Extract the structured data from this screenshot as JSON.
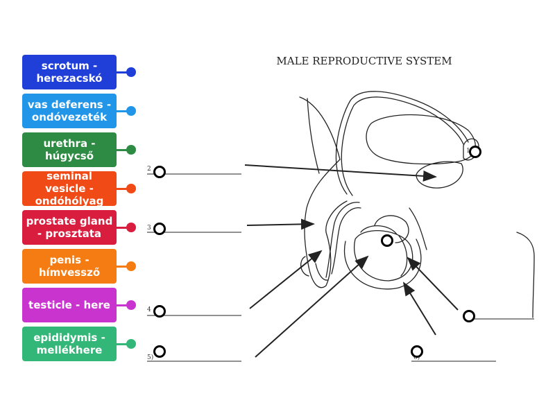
{
  "title": "MALE REPRODUCTIVE SYSTEM",
  "labels": [
    {
      "text": "scrotum - herezacskó",
      "color": "#1f3fd8"
    },
    {
      "text": "vas deferens - ondóvezeték",
      "color": "#2196e8"
    },
    {
      "text": "urethra - húgycső",
      "color": "#2e8b43"
    },
    {
      "text": "seminal vesicle - ondóhólyag",
      "color": "#f04a16"
    },
    {
      "text": "prostate gland - prosztata",
      "color": "#d81d3e"
    },
    {
      "text": "penis - hímvessző",
      "color": "#f57c12"
    },
    {
      "text": "testicle - here",
      "color": "#c934cf"
    },
    {
      "text": "epididymis - mellékhere",
      "color": "#33b779"
    }
  ],
  "blank_numbers": [
    "1",
    "2",
    "3",
    "4",
    "5)",
    "6)"
  ]
}
